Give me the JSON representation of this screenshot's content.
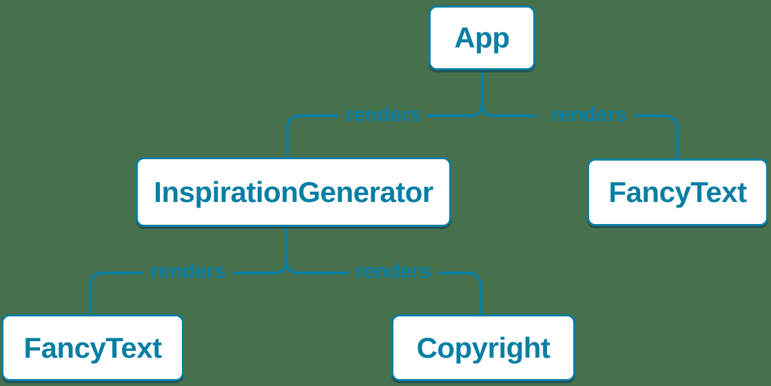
{
  "colors": {
    "background": "#47704d",
    "accent": "#087ea4",
    "node-fill": "#ffffff",
    "shadow": "rgba(9,57,82,0.55)"
  },
  "nodes": {
    "app": {
      "label": "App"
    },
    "inspiration_generator": {
      "label": "InspirationGenerator"
    },
    "fancy_text_top": {
      "label": "FancyText"
    },
    "fancy_text_bottom": {
      "label": "FancyText"
    },
    "copyright": {
      "label": "Copyright"
    }
  },
  "edges": [
    {
      "from": "App",
      "to": "InspirationGenerator",
      "label": "renders"
    },
    {
      "from": "App",
      "to": "FancyText",
      "label": "renders"
    },
    {
      "from": "InspirationGenerator",
      "to": "FancyText",
      "label": "renders"
    },
    {
      "from": "InspirationGenerator",
      "to": "Copyright",
      "label": "renders"
    }
  ]
}
